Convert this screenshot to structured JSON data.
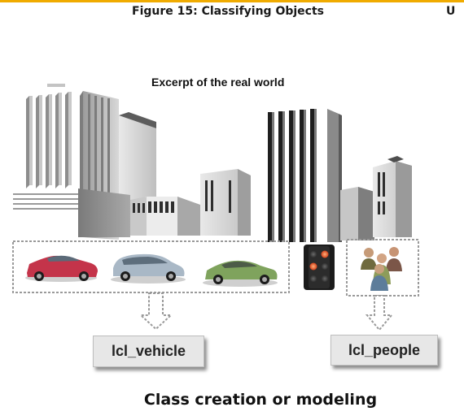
{
  "header": {
    "figure_title": "Figure 15: Classifying Objects",
    "corner_letter": "U"
  },
  "diagram": {
    "scene_label": "Excerpt of the real world",
    "icons": [
      "buildings-skyline",
      "car-red",
      "car-silver-minivan",
      "car-green",
      "traffic-light",
      "people-group"
    ],
    "classes": [
      {
        "label": "lcl_vehicle"
      },
      {
        "label": "lcl_people"
      }
    ],
    "caption": "Class creation or modeling"
  }
}
